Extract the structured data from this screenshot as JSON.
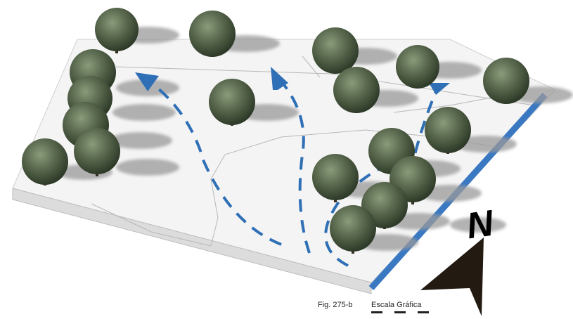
{
  "figure": {
    "caption": "Fig. 275-b",
    "scale_label": "Escala Gráfica",
    "north_label": "N"
  },
  "colors": {
    "terrain_top": "#f4f4f4",
    "terrain_side": "#dcdcdc",
    "path_blue": "#2f6fb5",
    "road_blue": "#3a78c2",
    "shadow": "#9a9a9a",
    "tree_dark": "#3b4a34",
    "tree_light": "#7e8f6e",
    "north_arrow": "#231a12"
  },
  "icons": {
    "north_arrow": "north-arrow-icon",
    "trees": "tree-icon",
    "flow_arrows": "arrow-head-icon"
  }
}
